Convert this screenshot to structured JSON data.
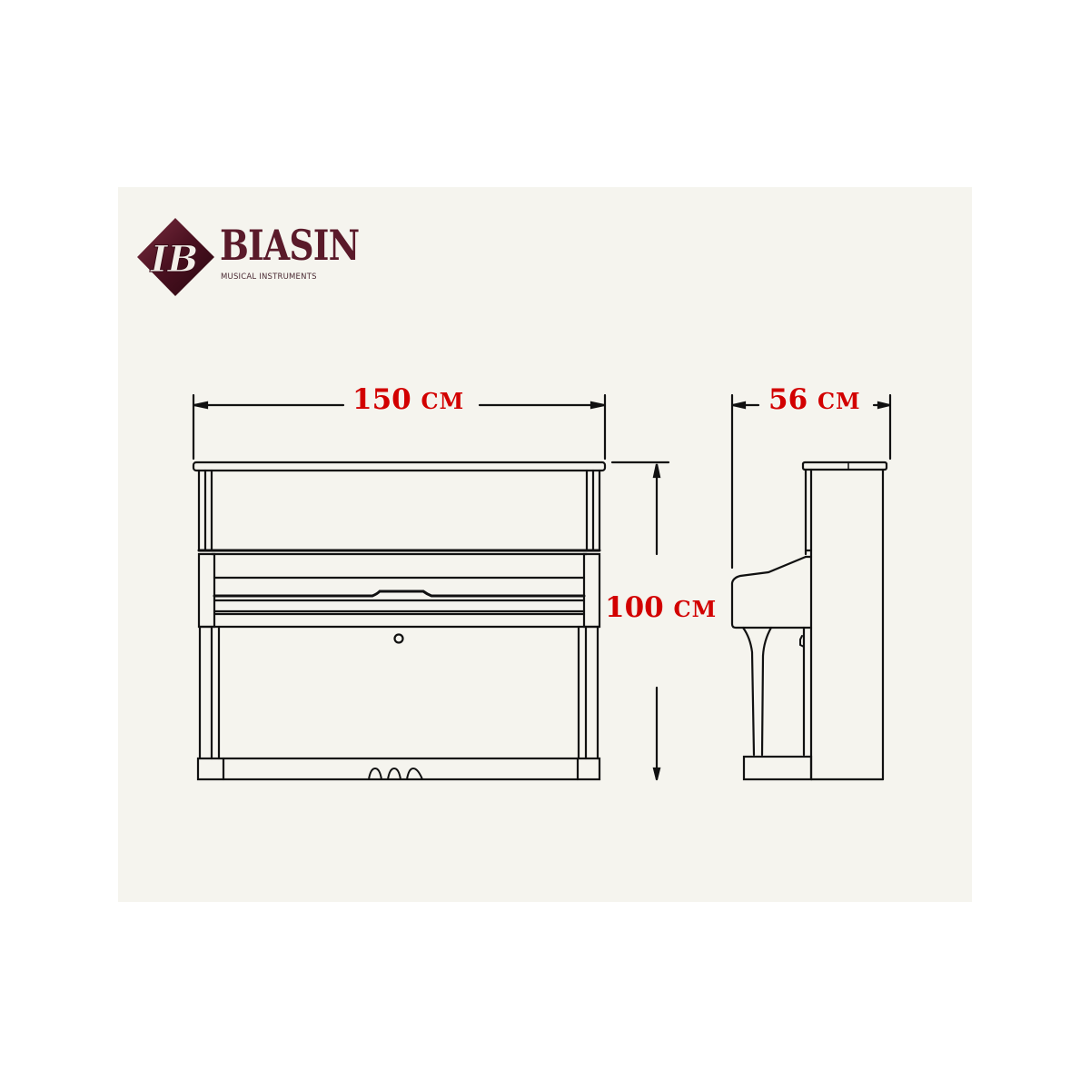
{
  "brand": {
    "name": "BIASIN",
    "subtitle": "MUSICAL INSTRUMENTS",
    "monogram": "B",
    "color": "#5a1a2a"
  },
  "dimensions": {
    "width": {
      "value": "150",
      "unit": "CM"
    },
    "depth": {
      "value": "56",
      "unit": "CM"
    },
    "height": {
      "value": "100",
      "unit": "CM"
    },
    "label_color": "#d20000"
  },
  "views": {
    "front": "front-elevation",
    "side": "side-elevation"
  },
  "colors": {
    "background": "#f5f4ee",
    "line": "#111111"
  }
}
